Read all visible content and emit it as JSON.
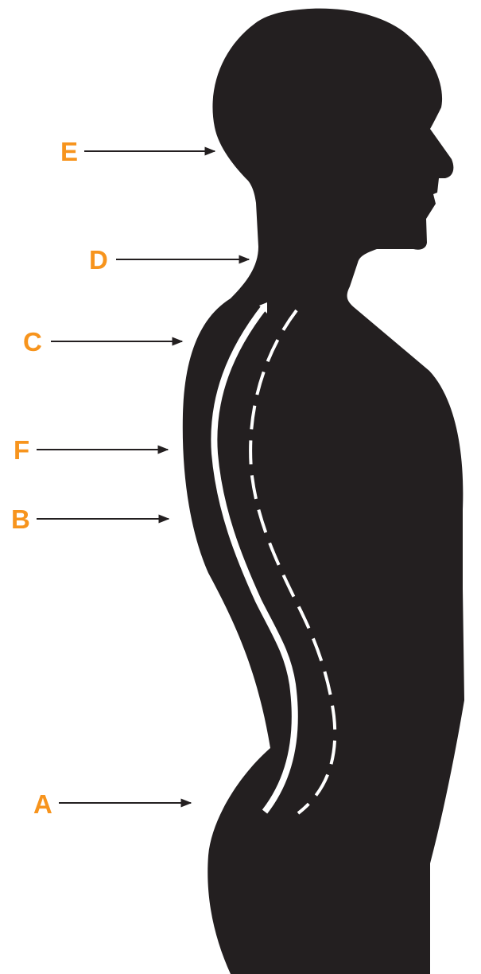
{
  "diagram": {
    "colors": {
      "silhouette": "#231F20",
      "label": "#F7941D",
      "arrow": "#231F20",
      "spine_solid": "#ffffff",
      "spine_dashed": "#ffffff",
      "frame_line": "#333333"
    },
    "labels": {
      "E": "E",
      "D": "D",
      "C": "C",
      "F": "F",
      "B": "B",
      "A": "A"
    }
  }
}
